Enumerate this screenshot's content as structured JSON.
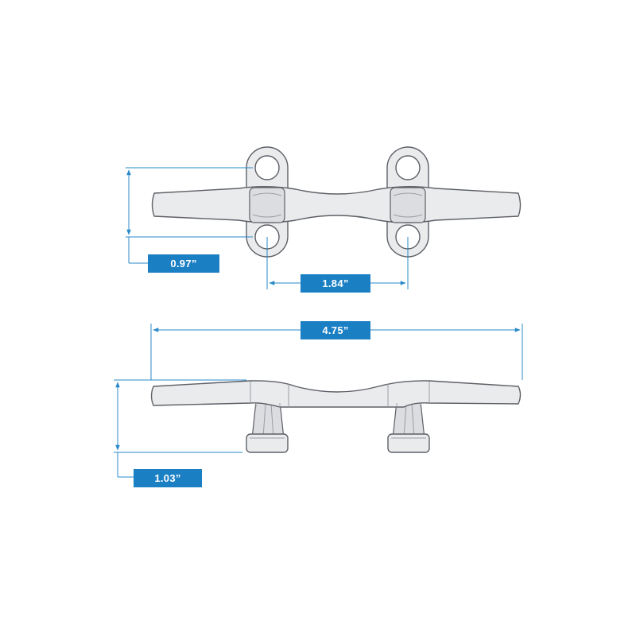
{
  "dimensions": {
    "top_height": "0.97”",
    "hole_spacing": "1.84”",
    "total_length": "4.75”",
    "side_height": "1.03”"
  },
  "colors": {
    "dimension_line": "#2a8ac9",
    "label_background": "#1b7fc4",
    "label_text": "#ffffff",
    "part_fill": "#eaebed",
    "part_outline": "#5d6066"
  }
}
